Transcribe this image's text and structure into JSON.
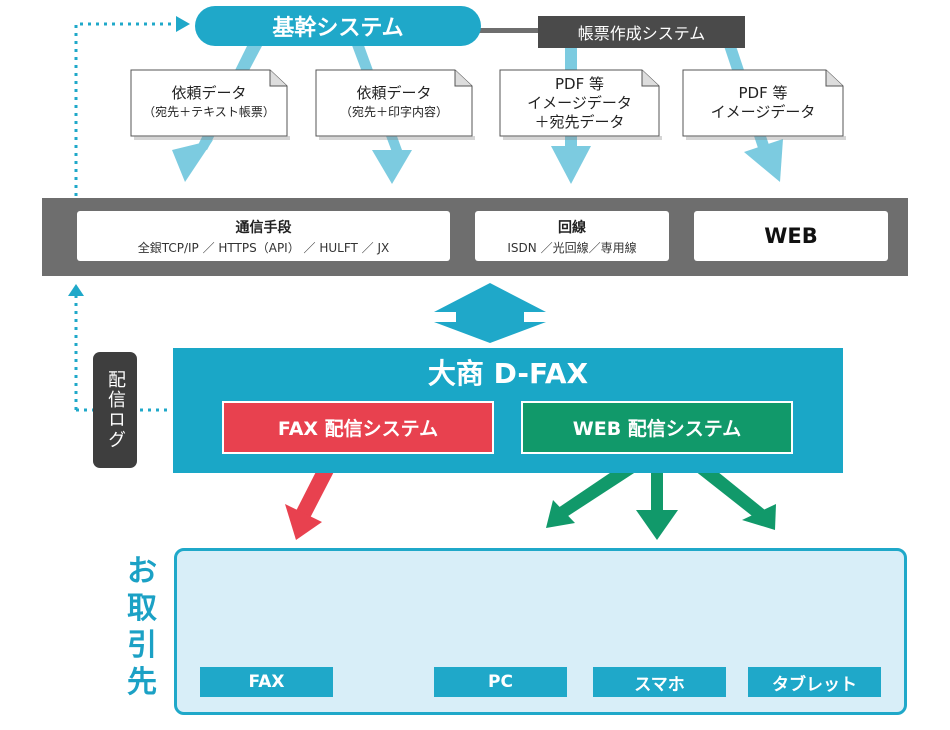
{
  "core_system": "基幹システム",
  "form_system": "帳票作成システム",
  "documents": [
    {
      "lines": [
        "依頼データ",
        "（宛先＋テキスト帳票）"
      ]
    },
    {
      "lines": [
        "依頼データ",
        "（宛先＋印字内容）"
      ]
    },
    {
      "lines": [
        "PDF 等",
        "イメージデータ",
        "＋宛先データ"
      ]
    },
    {
      "lines": [
        "PDF 等",
        "イメージデータ"
      ]
    }
  ],
  "channels": {
    "comm": {
      "title": "通信手段",
      "detail": "全銀TCP/IP ／ HTTPS（API） ／ HULFT ／ JX"
    },
    "line": {
      "title": "回線",
      "detail": "ISDN ／光回線／専用線"
    },
    "web": {
      "title": "WEB"
    }
  },
  "dfax": {
    "title": "大商 D-FAX",
    "fax_system": "FAX 配信システム",
    "web_system": "WEB 配信システム"
  },
  "delivery_log": "配信ログ",
  "customers": {
    "label": "お取引先",
    "devices": [
      {
        "label": "FAX",
        "icon": "fax-machine-icon"
      },
      {
        "label": "PC",
        "icon": "laptop-icon"
      },
      {
        "label": "スマホ",
        "icon": "smartphone-icon"
      },
      {
        "label": "タブレット",
        "icon": "tablet-icon"
      }
    ]
  },
  "colors": {
    "cyan": "#1fa8c9",
    "arrow_light": "#7ccbe0",
    "fax_red": "#e8414f",
    "web_green": "#11996a",
    "dark_gray": "#4a4a4a"
  }
}
